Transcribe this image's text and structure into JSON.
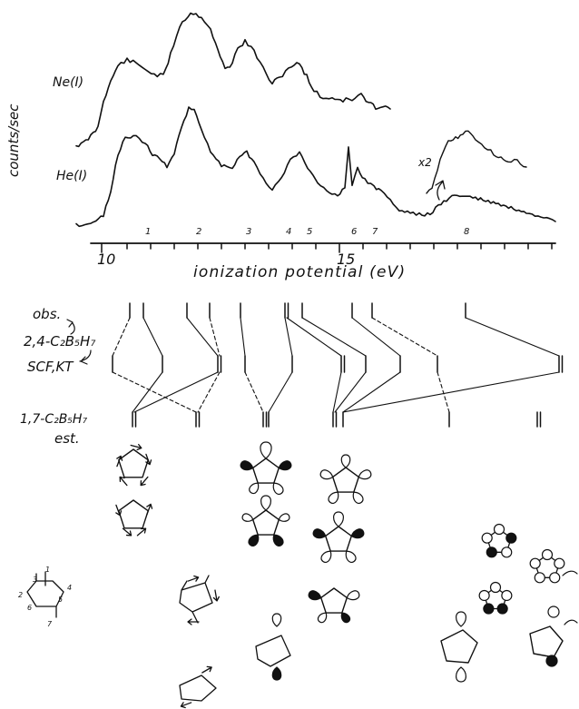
{
  "figure": {
    "spectra": {
      "ylabel": "counts/sec",
      "traces": [
        {
          "label": "Ne(I)"
        },
        {
          "label": "He(I)"
        }
      ],
      "scale_label": "x2",
      "band_labels": [
        "1",
        "2",
        "3",
        "4",
        "5",
        "6",
        "7",
        "8"
      ]
    },
    "axis": {
      "title": "ionization potential (eV)",
      "tick_labels": [
        "10",
        "15"
      ]
    },
    "correlation": {
      "row_labels": {
        "obs": "obs.",
        "compound_a": "2,4-C₂B₅H₇",
        "scf": "SCF,KT",
        "compound_b": "1,7-C₂B₅H₇",
        "est": "est."
      }
    },
    "numbering": [
      "1",
      "2",
      "3",
      "4",
      "5",
      "6",
      "7"
    ]
  }
}
